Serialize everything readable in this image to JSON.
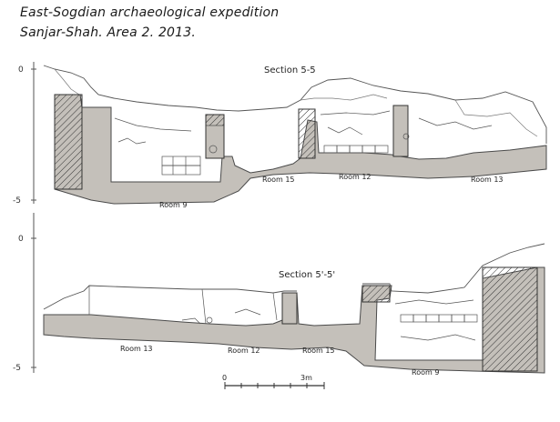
{
  "header": {
    "title_line1": "East-Sogdian archaeological expedition",
    "title_line2": "Sanjar-Shah. Area 2. 2013."
  },
  "top_section": {
    "label": "Section 5-5",
    "scale_ticks": [
      "0",
      "-5"
    ],
    "rooms": [
      "Room 9",
      "Room 15",
      "Room 12",
      "Room 13"
    ]
  },
  "bottom_section": {
    "label": "Section 5'-5'",
    "scale_ticks": [
      "0",
      "-5"
    ],
    "rooms": [
      "Room 13",
      "Room 12",
      "Room 15",
      "Room 9"
    ]
  },
  "scale_bar": {
    "start_label": "0",
    "end_label": "3m"
  },
  "colors": {
    "fill": "#c4c0ba",
    "line": "#4a4a4a",
    "hatch": "#333333"
  }
}
